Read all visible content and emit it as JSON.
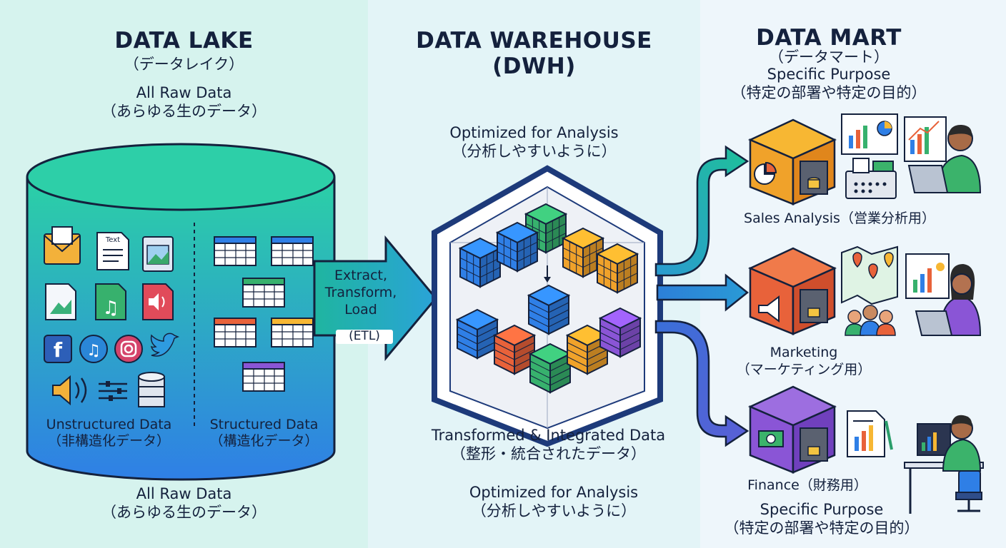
{
  "lake": {
    "title": "DATA LAKE",
    "title_ja": "（データレイク）",
    "top_label": "All Raw Data",
    "top_label_ja": "（あらゆる生のデータ）",
    "unstructured_label": "Unstructured Data",
    "unstructured_label_ja": "（非構造化データ）",
    "structured_label": "Structured Data",
    "structured_label_ja": "（構造化データ）",
    "bottom_label": "All Raw Data",
    "bottom_label_ja": "（あらゆる生のデータ）",
    "text_file_label": "Text"
  },
  "etl": {
    "label_line1": "Extract,",
    "label_line2": "Transform,",
    "label_line3": "Load",
    "abbr": "(ETL)"
  },
  "warehouse": {
    "title_line1": "DATA WAREHOUSE",
    "title_line2": "(DWH)",
    "top_label": "Optimized for Analysis",
    "top_label_ja": "（分析しやすいように）",
    "middle_label": "Transformed & Integrated Data",
    "middle_label_ja": "（整形・統合されたデータ）",
    "bottom_label": "Optimized for Analysis",
    "bottom_label_ja": "（分析しやすいように）"
  },
  "mart": {
    "title": "DATA MART",
    "title_ja": "（データマート）",
    "purpose": "Specific Purpose",
    "purpose_ja": "（特定の部署や特定の目的）",
    "sales_label": "Sales Analysis（営業分析用）",
    "marketing_label": "Marketing",
    "marketing_label_ja": "（マーケティング用）",
    "finance_label": "Finance（財務用）",
    "bottom_purpose": "Specific Purpose",
    "bottom_purpose_ja": "（特定の部署や特定の目的）"
  },
  "colors": {
    "lake_top": "#2ec7a0",
    "lake_bottom": "#2f86e3",
    "navy": "#1d3a7a",
    "sales_orange": "#f0a22a",
    "marketing_red": "#e8623a",
    "finance_purple": "#8a55d6"
  }
}
